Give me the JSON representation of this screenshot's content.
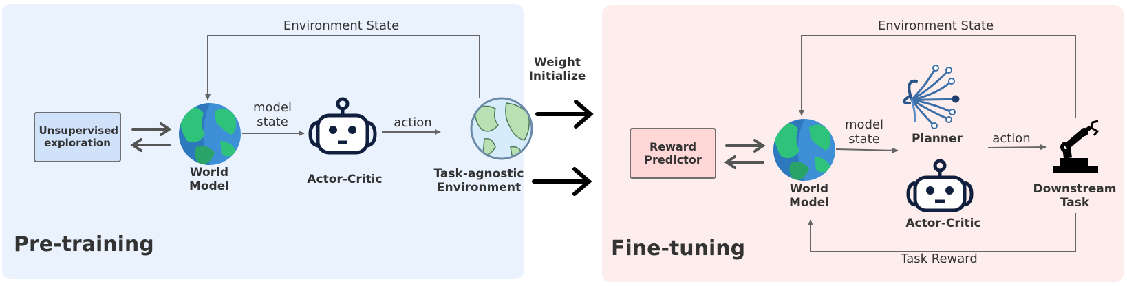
{
  "pretraining": {
    "phase_title": "Pre-training",
    "unsupervised_box": "Unsupervised exploration",
    "world_model": "World Model",
    "actor_critic": "Actor-Critic",
    "environment": "Task-agnostic Environment",
    "edge_env_state": "Environment State",
    "edge_model_state": "model state",
    "edge_action": "action"
  },
  "transfer": {
    "label": "Weight Initialize"
  },
  "finetuning": {
    "phase_title": "Fine-tuning",
    "reward_box": "Reward Predictor",
    "world_model": "World Model",
    "planner": "Planner",
    "actor_critic": "Actor-Critic",
    "downstream": "Downstream Task",
    "edge_env_state": "Environment State",
    "edge_model_state": "model state",
    "edge_action": "action",
    "edge_task_reward": "Task Reward"
  },
  "colors": {
    "pretrain_bg": "#eaf3fd",
    "finetune_bg": "#fdeded",
    "unsup_box": "#cfe2f9",
    "reward_box": "#ffd7d7",
    "robot_navy": "#0f1f3d",
    "planner_blue": "#3c6fa8"
  },
  "icons": [
    "globe-icon",
    "robot-icon",
    "planner-icon",
    "robotic-arm-icon"
  ]
}
